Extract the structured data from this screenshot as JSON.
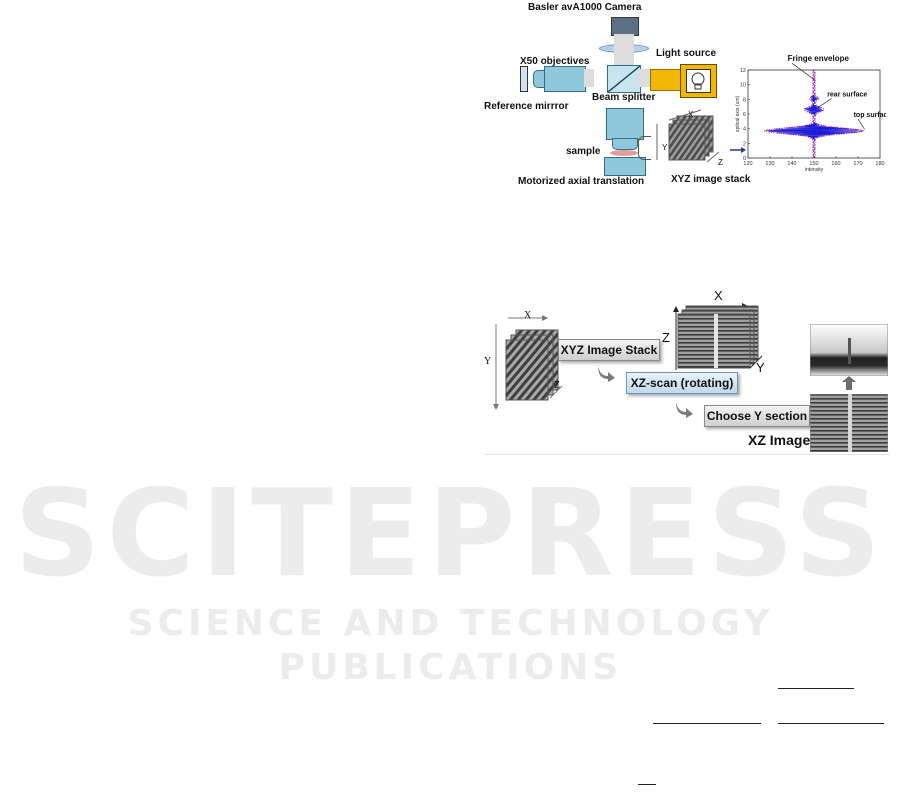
{
  "setup_figure": {
    "camera_label": "Basler avA1000 Camera",
    "objectives_label": "X50 objectives",
    "light_source_label": "Light source",
    "beam_splitter_label": "Beam splitter",
    "reference_mirror_label": "Reference mirrror",
    "sample_label": "sample",
    "translation_label": "Motorized axial translation",
    "stack_label": "XYZ image stack",
    "axis_x": "X",
    "axis_y": "Y",
    "axis_z": "Z",
    "colors": {
      "optics": "#8fc7db",
      "light": "#f2b705",
      "sample": "#e79a9a",
      "camera": "#5d6f85"
    }
  },
  "chart_data": {
    "type": "line",
    "ylabel": "optical axis (um)",
    "xlabel": "intensity",
    "xlim": [
      120,
      180
    ],
    "ylim": [
      0,
      12
    ],
    "xticks": [
      "120",
      "130",
      "140",
      "150",
      "160",
      "170",
      "180"
    ],
    "yticks": [
      "0",
      "2",
      "4",
      "6",
      "8",
      "10",
      "12"
    ],
    "annotations": [
      "Fringe envelope",
      "rear surface",
      "top surface"
    ],
    "signal_baseline": 150,
    "envelopes": [
      {
        "center": 3.7,
        "amplitude": 22,
        "width": 0.55
      },
      {
        "center": 6.6,
        "amplitude": 4,
        "width": 0.45
      },
      {
        "center": 8.1,
        "amplitude": 1.5,
        "width": 0.35
      }
    ],
    "colors": {
      "signal": "#1b1bd6",
      "envelope": "#e0206c"
    }
  },
  "workflow_figure": {
    "axis_x": "X",
    "axis_y": "Y",
    "axis_z": "Z",
    "step1": "XYZ Image Stack",
    "step2": "XZ-scan (rotating)",
    "step3": "Choose Y section",
    "result_label": "XZ Image"
  },
  "watermark": {
    "title": "SCITEPRESS",
    "subtitle": "SCIENCE AND TECHNOLOGY PUBLICATIONS"
  }
}
